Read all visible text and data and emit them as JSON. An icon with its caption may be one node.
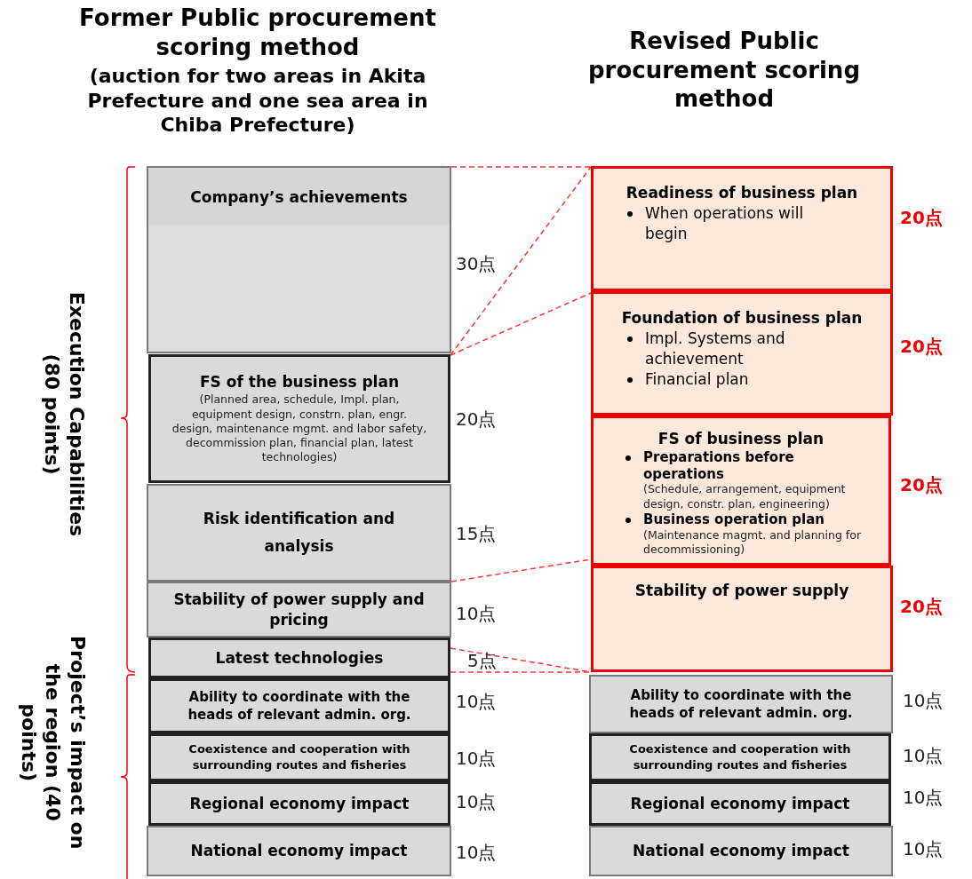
{
  "diagram": {
    "nodes": [
      {
        "text": [
          "Company’s achievements"
        ],
        "beside": [
          "30点"
        ]
      },
      {
        "text": [
          "FS of the business plan",
          "(Planned area, schedule, Impl. plan, equipment design, constrn. plan, engr. design, maintenance mgmt. and labor safety, decommission plan, financial plan, latest technologies)"
        ],
        "beside": [
          "20点"
        ]
      },
      {
        "text": [
          "Risk identification and analysis"
        ],
        "beside": [
          "15点"
        ]
      },
      {
        "text": [
          "Stability of power supply and pricing"
        ],
        "beside": [
          "10点"
        ]
      },
      {
        "text": [
          "Latest technologies"
        ],
        "beside": [
          "5点"
        ]
      },
      {
        "text": [
          "Ability to coordinate with the heads of relevant admin. org."
        ],
        "beside": [
          "10点"
        ]
      },
      {
        "text": [
          "Coexistence and cooperation with surrounding routes and fisheries"
        ],
        "beside": [
          "10点"
        ]
      },
      {
        "text": [
          "Regional economy impact"
        ],
        "beside": [
          "10点"
        ]
      },
      {
        "text": [
          "National economy impact"
        ],
        "beside": [
          "10点"
        ]
      },
      {
        "text": [
          "Readiness of business plan",
          "When operations will begin"
        ],
        "beside": [
          "20点"
        ]
      },
      {
        "text": [
          "Foundation of business plan",
          "Impl. Systems and achievement",
          "Financial plan"
        ],
        "beside": [
          "20点"
        ]
      },
      {
        "text": [
          "FS of business plan",
          "Preparations before operations",
          "(Schedule, arrangement, equipment design, constr. plan, engineering)",
          "Business operation plan",
          "(Maintenance magmt. and planning for decommissioning)"
        ],
        "beside": [
          "20点"
        ]
      },
      {
        "text": [
          "Stability of power supply"
        ],
        "beside": [
          "20点"
        ]
      },
      {
        "text": [
          "Ability to coordinate with the heads of relevant admin. org."
        ],
        "beside": [
          "10点"
        ]
      },
      {
        "text": [
          "Coexistence and cooperation with surrounding routes and fisheries"
        ],
        "beside": [
          "10点"
        ]
      },
      {
        "text": [
          "Regional economy impact"
        ],
        "beside": [
          "10点"
        ]
      },
      {
        "text": [
          "National economy impact"
        ],
        "beside": [
          "10点"
        ]
      }
    ],
    "edges": [
      {
        "from": 0,
        "to": 9,
        "arrow": "none",
        "style": "dashed"
      },
      {
        "from": 1,
        "to": 9,
        "arrow": "none",
        "style": "dashed"
      },
      {
        "from": 1,
        "to": 10,
        "arrow": "none",
        "style": "dashed"
      },
      {
        "from": 3,
        "to": 11,
        "arrow": "none",
        "style": "dashed"
      },
      {
        "from": 4,
        "to": 12,
        "arrow": "none",
        "style": "dashed"
      },
      {
        "from": 4,
        "to": 12,
        "arrow": "none",
        "style": "dashed"
      }
    ],
    "labels": [
      "Former Public procurement scoring method",
      "(auction for two areas in Akita Prefecture and one sea area in Chiba Prefecture)",
      "Revised Public procurement scoring method",
      "Execution Capabilities (80 points)",
      "Project’s impact on the region (40 points)"
    ]
  }
}
